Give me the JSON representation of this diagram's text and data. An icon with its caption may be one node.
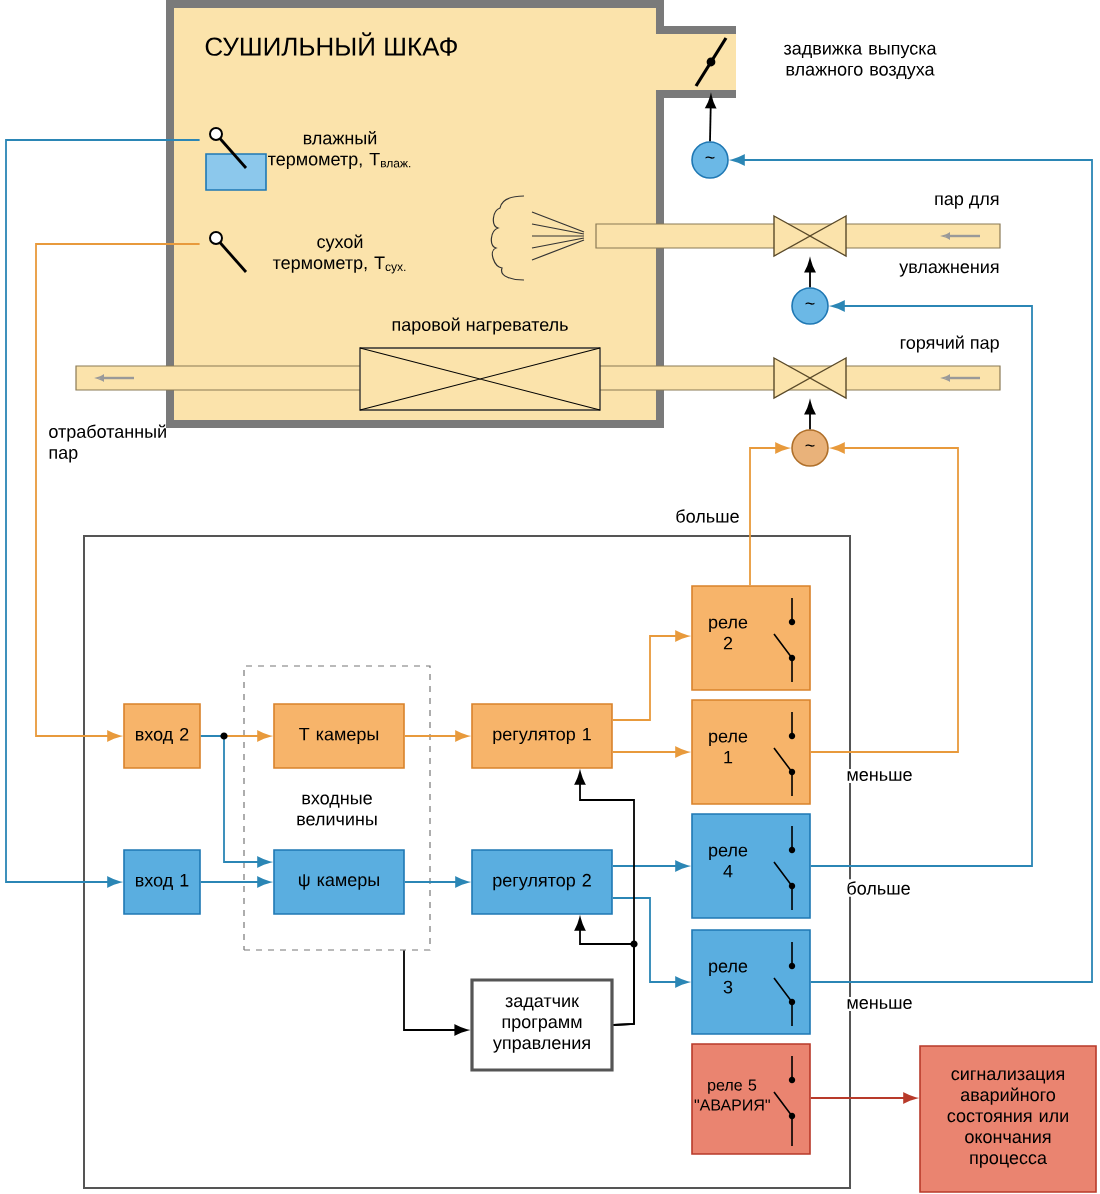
{
  "diagram": {
    "nodes": [
      {
        "text": [
          "СУШИЛЬНЫЙ ШКАФ"
        ]
      },
      {
        "text": [
          "влажный термометр, T$_{влаж.}$"
        ],
        "in": 0
      },
      {
        "text": [
          "сухой термометр, T$_{сух.}$"
        ],
        "in": 0
      },
      {
        "text": [
          "паровой нагреватель"
        ],
        "in": 0
      },
      {
        "text": [],
        "shape": "damper",
        "beside": [
          "задвижка выпуска влажного воздуха"
        ]
      },
      {
        "text": [
          "~"
        ]
      },
      {
        "text": [],
        "shape": "valve"
      },
      {
        "text": [
          "~"
        ]
      },
      {
        "text": [],
        "shape": "valve"
      },
      {
        "text": [
          "~"
        ]
      },
      {
        "text": [],
        "shape": "box"
      },
      {
        "text": [
          "вход 2"
        ],
        "in": 10
      },
      {
        "text": [
          "входные величины"
        ],
        "in": 10
      },
      {
        "text": [
          "T камеры"
        ],
        "in": 12
      },
      {
        "text": [
          "вход 1"
        ],
        "in": 10
      },
      {
        "text": [
          "ψ камеры"
        ],
        "in": 12
      },
      {
        "text": [
          "регулятор 1"
        ],
        "in": 10
      },
      {
        "text": [
          "регулятор 2"
        ],
        "in": 10
      },
      {
        "text": [
          "задатчик программ управления"
        ],
        "in": 10
      },
      {
        "text": [
          "реле 2"
        ],
        "in": 10
      },
      {
        "text": [
          "реле 1"
        ],
        "in": 10
      },
      {
        "text": [
          "реле 4"
        ],
        "in": 10
      },
      {
        "text": [
          "реле 3"
        ],
        "in": 10
      },
      {
        "text": [
          "реле 5 \"АВАРИЯ\""
        ],
        "in": 10
      },
      {
        "text": [
          "сигнализация аварийного состояния или окончания процесса"
        ]
      }
    ],
    "edges": [
      {
        "from": 1,
        "to": 14,
        "arrow": "to",
        "color": "#2b86b5"
      },
      {
        "from": 2,
        "to": 11,
        "arrow": "to",
        "color": "#e89a3c"
      },
      {
        "from": 11,
        "to": 13,
        "arrow": "to",
        "color": "#e89a3c"
      },
      {
        "from": 11,
        "to": 15,
        "arrow": "to",
        "color": "#2b86b5"
      },
      {
        "from": 14,
        "to": 15,
        "arrow": "to",
        "color": "#2b86b5"
      },
      {
        "from": 13,
        "to": 16,
        "arrow": "to",
        "color": "#e89a3c"
      },
      {
        "from": 15,
        "to": 17,
        "arrow": "to",
        "color": "#2b86b5"
      },
      {
        "from": 16,
        "to": 19,
        "arrow": "to",
        "color": "#e89a3c"
      },
      {
        "from": 16,
        "to": 20,
        "arrow": "to",
        "color": "#e89a3c"
      },
      {
        "from": 17,
        "to": 21,
        "arrow": "to",
        "color": "#2b86b5"
      },
      {
        "from": 17,
        "to": 22,
        "arrow": "to",
        "color": "#2b86b5"
      },
      {
        "from": 12,
        "to": 18,
        "arrow": "to",
        "color": "#000000"
      },
      {
        "from": 18,
        "to": 17,
        "arrow": "to",
        "color": "#000000"
      },
      {
        "from": 18,
        "to": 16,
        "arrow": "to",
        "color": "#000000"
      },
      {
        "from": 19,
        "to": 9,
        "arrow": "to",
        "color": "#e89a3c",
        "label": "больше"
      },
      {
        "from": 20,
        "to": 9,
        "arrow": "to",
        "color": "#e89a3c",
        "label": "меньше"
      },
      {
        "from": 21,
        "to": 7,
        "arrow": "to",
        "color": "#2b86b5",
        "label": "больше"
      },
      {
        "from": 22,
        "to": 5,
        "arrow": "to",
        "color": "#2b86b5",
        "label": "меньше"
      },
      {
        "from": 23,
        "to": 24,
        "arrow": "to",
        "color": "#b83a2a"
      },
      {
        "from": 5,
        "to": 4,
        "arrow": "to",
        "color": "#000000"
      },
      {
        "from": 7,
        "to": 6,
        "arrow": "to",
        "color": "#000000"
      },
      {
        "from": 9,
        "to": 8,
        "arrow": "to",
        "color": "#000000"
      }
    ],
    "labels": [
      "пар для",
      "увлажнения",
      "горячий пар",
      "отработанный пар"
    ]
  }
}
